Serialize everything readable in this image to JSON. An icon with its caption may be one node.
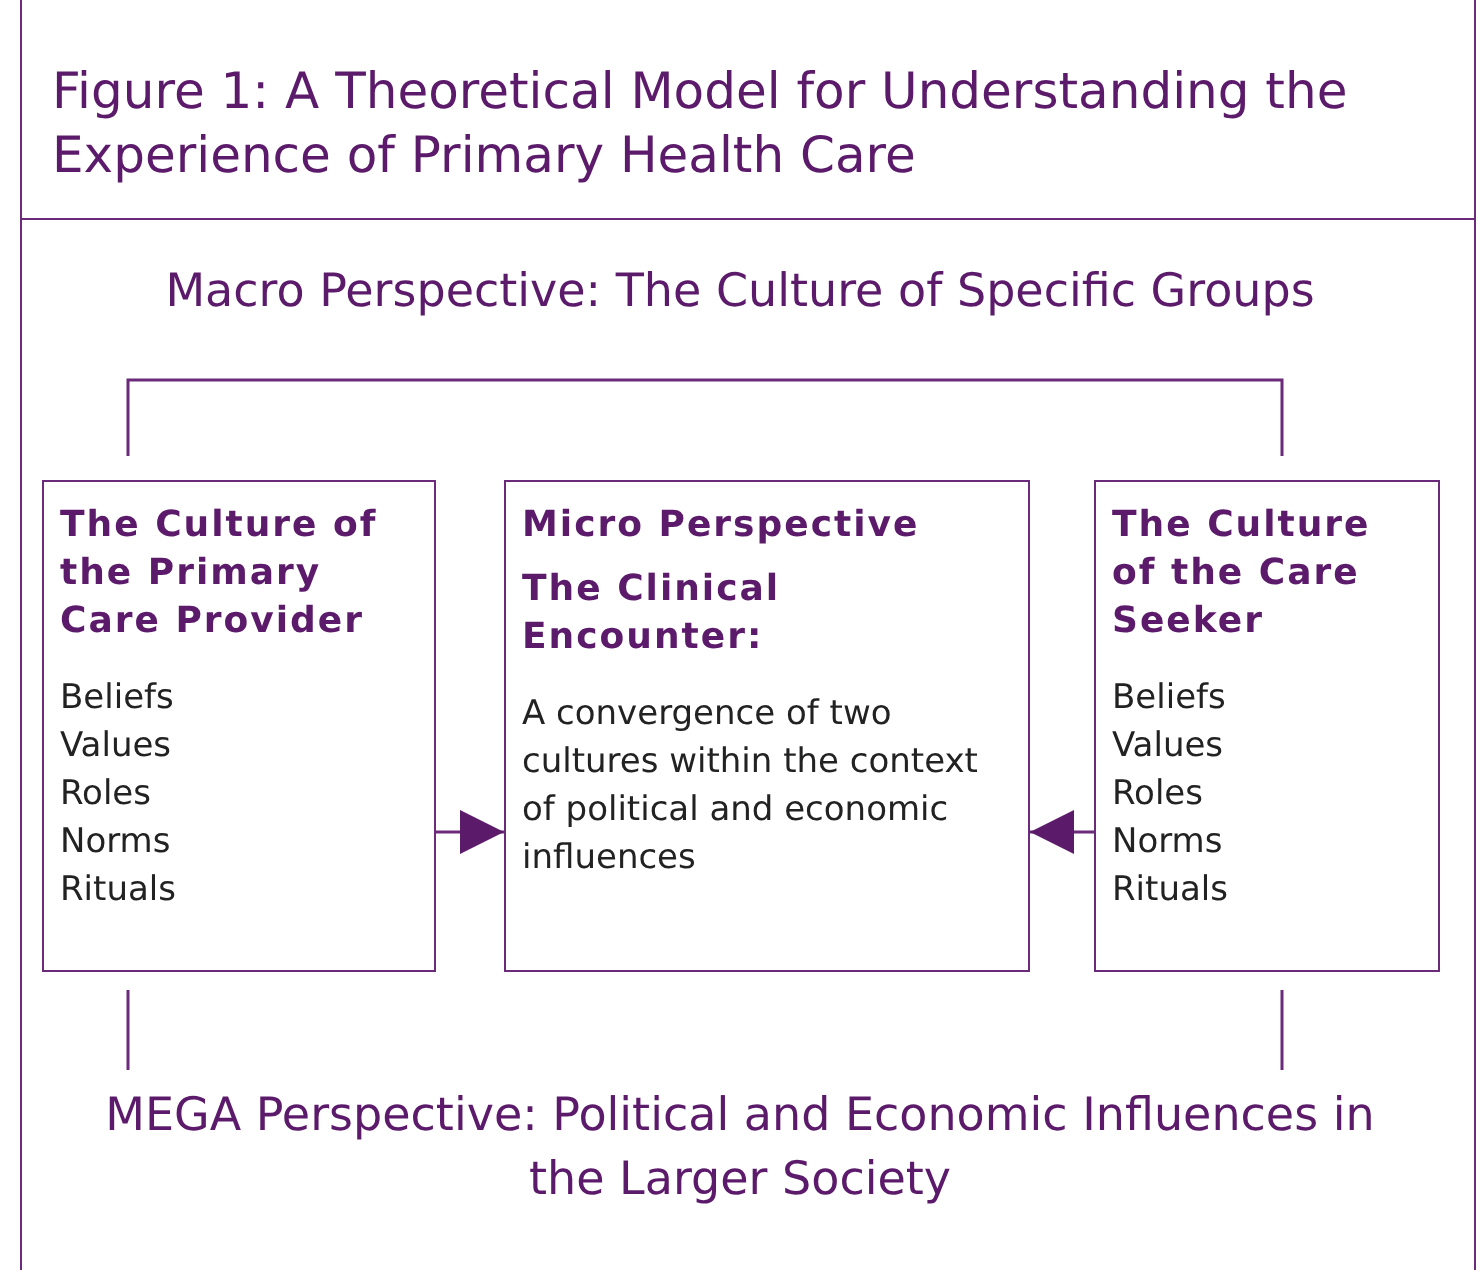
{
  "diagram": {
    "title": "Figure 1: A Theoretical Model for Understanding the Experience of Primary Health Care",
    "nodes": [
      {
        "text": [
          "The Culture of the Primary Care Provider",
          "Beliefs",
          "Values",
          "Roles",
          "Norms",
          "Rituals"
        ]
      },
      {
        "text": [
          "Micro Perspective",
          "The Clinical Encounter:",
          "A convergence of two cultures within the context of political and economic influences"
        ]
      },
      {
        "text": [
          "The Culture of the Care Seeker",
          "Beliefs",
          "Values",
          "Roles",
          "Norms",
          "Rituals"
        ]
      }
    ],
    "edges": [
      {
        "from": 0,
        "to": 1,
        "arrow": "to"
      },
      {
        "from": 2,
        "to": 1,
        "arrow": "to"
      }
    ],
    "labels": [
      "Macro Perspective: The Culture of Specific Groups",
      "MEGA Perspective: Political and Economic Influences in the Larger Society"
    ]
  }
}
